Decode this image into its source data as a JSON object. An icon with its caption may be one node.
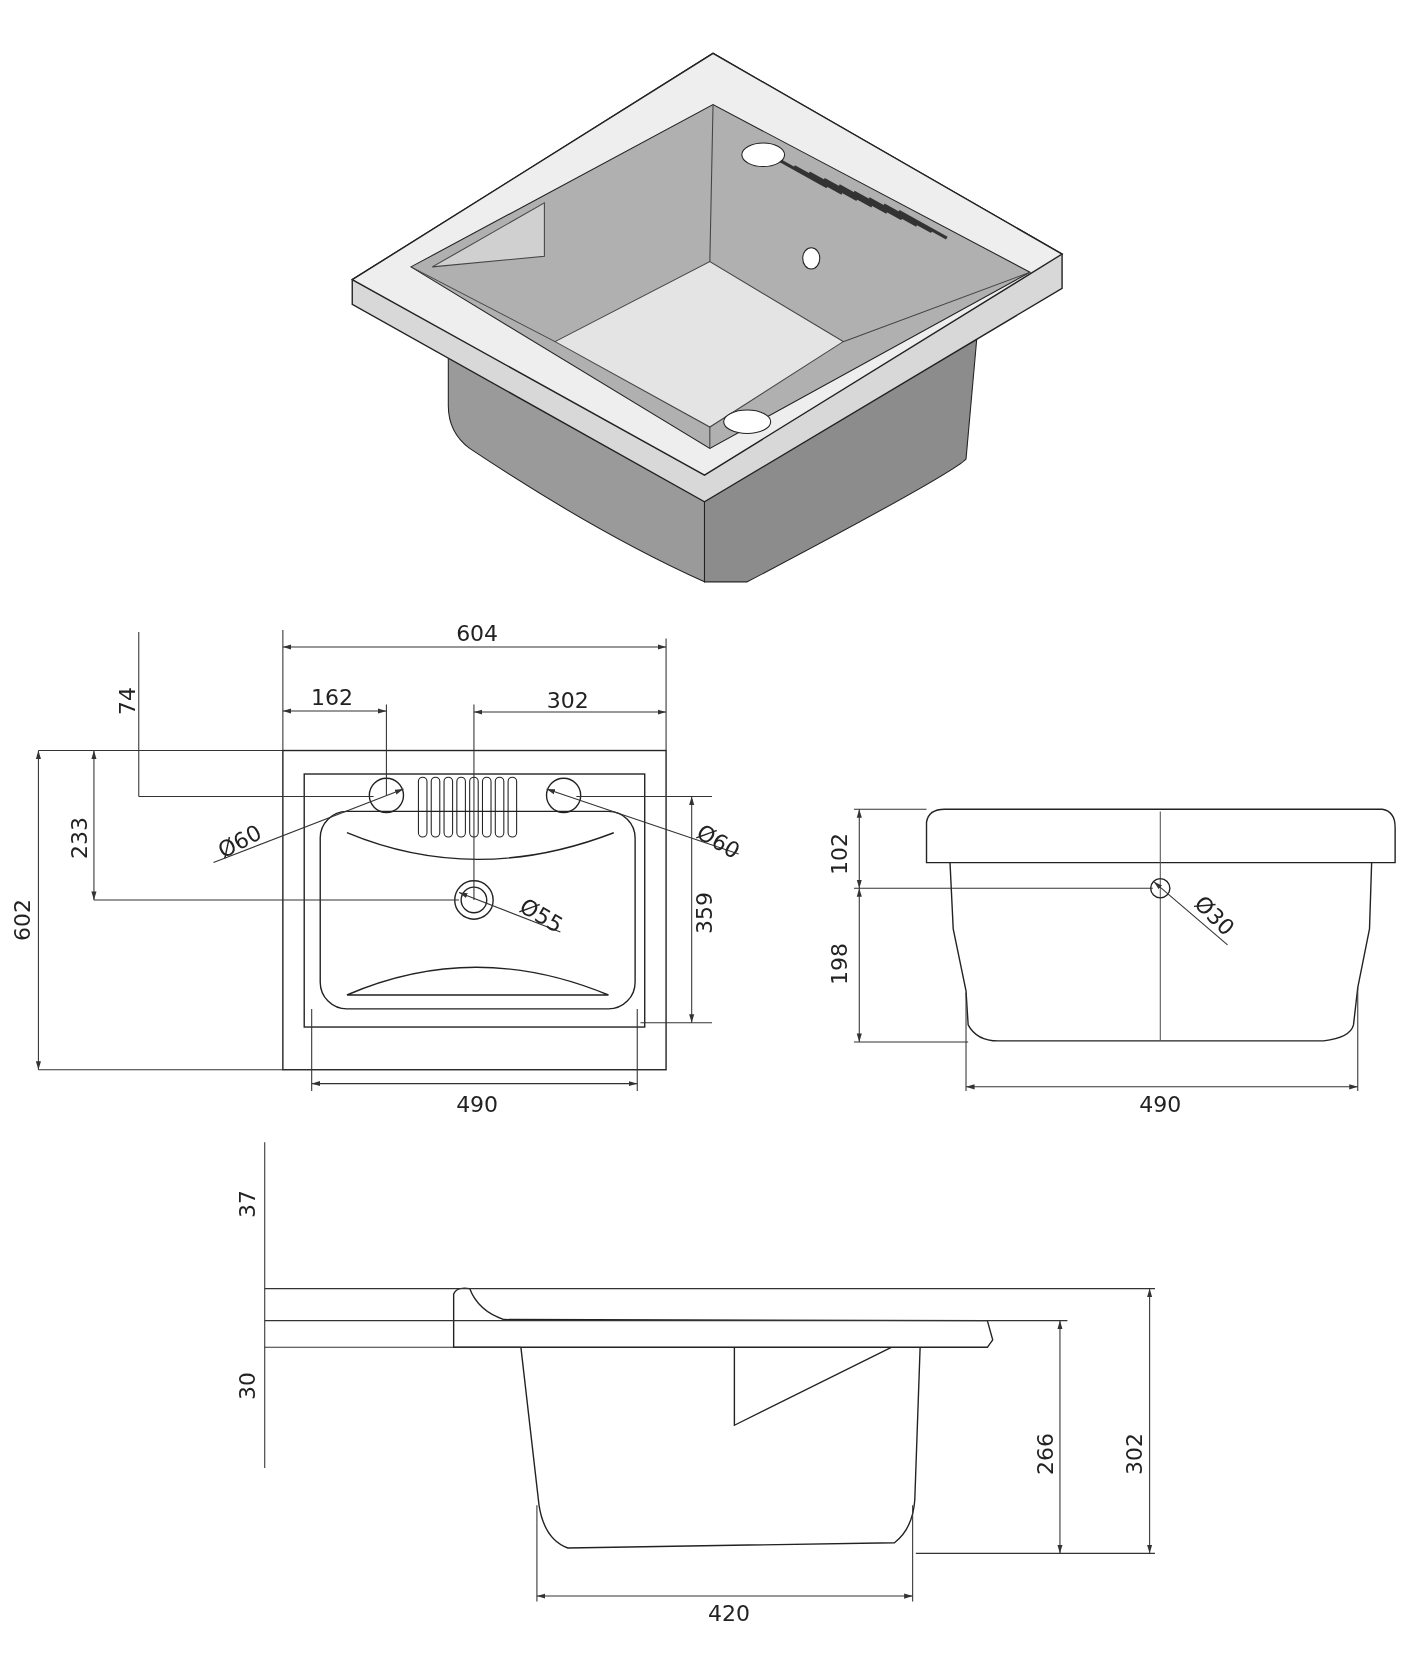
{
  "diagram": {
    "labels": [
      "604",
      "162",
      "302",
      "74",
      "233",
      "Ø60",
      "Ø60",
      "102",
      "602",
      "Ø55",
      "359",
      "Ø30",
      "198",
      "490",
      "490",
      "37",
      "30",
      "266",
      "302",
      "420"
    ]
  }
}
